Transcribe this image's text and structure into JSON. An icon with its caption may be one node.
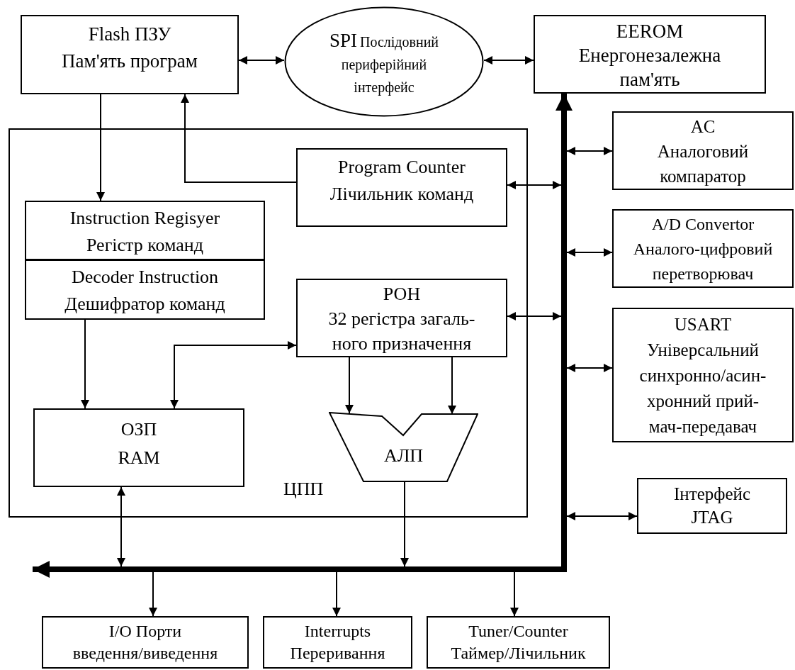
{
  "diagram": {
    "nodes": [
      {
        "text": [
          "Flash ПЗУ",
          "Пам'ять програм"
        ]
      },
      {
        "text": [
          "SPI",
          "Послідовний периферійний інтерфейс"
        ]
      },
      {
        "text": [
          "EEROM",
          "Енергонезалежна пам'ять"
        ]
      },
      {
        "text": [
          "ЦПП"
        ]
      },
      {
        "text": [
          "Program Counter",
          "Лічильник команд"
        ],
        "in": 3
      },
      {
        "text": [
          "Instruction Regisyer",
          "Регістр команд"
        ],
        "in": 3
      },
      {
        "text": [
          "Decoder Instruction",
          "Дешифратор команд"
        ],
        "in": 3
      },
      {
        "text": [
          "РОН",
          "32 регістра загаль- ного призначення"
        ],
        "in": 3
      },
      {
        "text": [
          "ОЗП",
          "RAM"
        ],
        "in": 3
      },
      {
        "text": [
          "АЛП"
        ],
        "in": 3
      },
      {
        "text": [
          "AC",
          "Аналоговий компаратор"
        ]
      },
      {
        "text": [
          "A/D Convertor",
          "Аналого-цифровий перетворювач"
        ]
      },
      {
        "text": [
          "USART",
          "Універсальний синхронно/асин- хронний прий- мач-передавач"
        ]
      },
      {
        "text": [
          "Інтерфейс JTAG"
        ]
      },
      {
        "text": [],
        "shape": "bar"
      },
      {
        "text": [],
        "shape": "bar"
      },
      {
        "text": [
          "I/O  Порти",
          "введення/виведення"
        ]
      },
      {
        "text": [
          "Interrupts",
          "Переривання"
        ]
      },
      {
        "text": [
          "Tuner/Counter",
          "Таймер/Лічильник"
        ]
      }
    ],
    "edges": [
      {
        "from": 0,
        "to": 1,
        "arrow": "both"
      },
      {
        "from": 1,
        "to": 2,
        "arrow": "both"
      },
      {
        "from": 0,
        "to": 5,
        "arrow": "to"
      },
      {
        "from": 4,
        "to": 0,
        "arrow": "to"
      },
      {
        "from": 4,
        "to": 14,
        "arrow": "both"
      },
      {
        "from": 6,
        "to": 8,
        "arrow": "to"
      },
      {
        "from": 8,
        "to": 7,
        "arrow": "both"
      },
      {
        "from": 7,
        "to": 9,
        "arrow": "to"
      },
      {
        "from": 7,
        "to": 9,
        "arrow": "to"
      },
      {
        "from": 7,
        "to": 14,
        "arrow": "both"
      },
      {
        "from": 8,
        "to": 15,
        "arrow": "both"
      },
      {
        "from": 9,
        "to": 15,
        "arrow": "to"
      },
      {
        "from": 14,
        "to": 10,
        "arrow": "both"
      },
      {
        "from": 14,
        "to": 11,
        "arrow": "both"
      },
      {
        "from": 14,
        "to": 12,
        "arrow": "both"
      },
      {
        "from": 14,
        "to": 13,
        "arrow": "both"
      },
      {
        "from": 15,
        "to": 16,
        "arrow": "to"
      },
      {
        "from": 15,
        "to": 17,
        "arrow": "to"
      },
      {
        "from": 15,
        "to": 18,
        "arrow": "to"
      },
      {
        "from": 14,
        "to": 2,
        "arrow": "to",
        "style": "thick"
      },
      {
        "from": 15,
        "to": null,
        "arrow": "to",
        "style": "thick"
      }
    ]
  }
}
